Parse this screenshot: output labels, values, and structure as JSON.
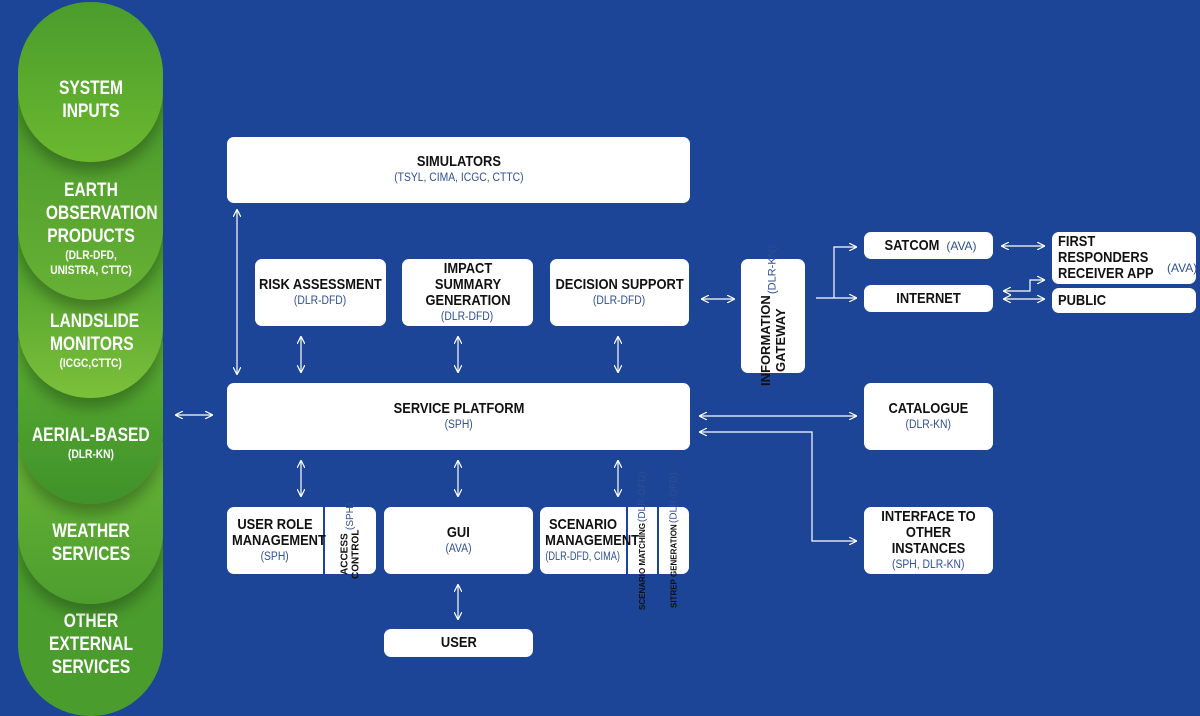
{
  "inputs": {
    "system_inputs": "SYSTEM INPUTS",
    "earth_observation": {
      "title": "EARTH OBSERVATION PRODUCTS",
      "sub": "(DLR-DFD, UNISTRA, CTTC)"
    },
    "landslide": {
      "title": "LANDSLIDE MONITORS",
      "sub": "(ICGC,CTTC)"
    },
    "aerial": {
      "title": "AERIAL-BASED",
      "sub": "(DLR-KN)"
    },
    "weather": {
      "title": "WEATHER SERVICES"
    },
    "other": {
      "title": "OTHER EXTERNAL SERVICES"
    }
  },
  "simulators": {
    "title": "SIMULATORS",
    "sub": "(TSYL, CIMA, ICGC, CTTC)"
  },
  "risk": {
    "title": "RISK ASSESSMENT",
    "sub": "(DLR-DFD)"
  },
  "impact": {
    "title": "IMPACT SUMMARY GENERATION",
    "sub": "(DLR-DFD)"
  },
  "decision": {
    "title": "DECISION SUPPORT",
    "sub": "(DLR-DFD)"
  },
  "gateway": {
    "title": "INFORMATION GATEWAY",
    "sub": "(DLR-KN)"
  },
  "satcom": {
    "title": "SATCOM",
    "sub": "(AVA)"
  },
  "internet": {
    "title": "INTERNET"
  },
  "first_responders": {
    "title": "FIRST RESPONDERS RECEIVER APP",
    "sub": "(AVA)"
  },
  "public": {
    "title": "PUBLIC"
  },
  "platform": {
    "title": "SERVICE PLATFORM",
    "sub": "(SPH)"
  },
  "catalogue": {
    "title": "CATALOGUE",
    "sub": "(DLR-KN)"
  },
  "interface": {
    "title": "INTERFACE TO OTHER INSTANCES",
    "sub": "(SPH, DLR-KN)"
  },
  "user_role": {
    "title": "USER ROLE MANAGEMENT",
    "sub": "(SPH)"
  },
  "access": {
    "title": "ACCESS CONTROL",
    "sub": "(SPH)"
  },
  "gui": {
    "title": "GUI",
    "sub": "(AVA)"
  },
  "scenario": {
    "title": "SCENARIO MANAGEMENT",
    "sub": "(DLR-DFD, CIMA)"
  },
  "scenario_matching": {
    "title": "SCENARIO MATCHING",
    "sub": "(DLR-DFD)"
  },
  "sitrep": {
    "title": "SITREP GENERATION",
    "sub": "(DLR-DFD)"
  },
  "user": {
    "title": "USER"
  }
}
